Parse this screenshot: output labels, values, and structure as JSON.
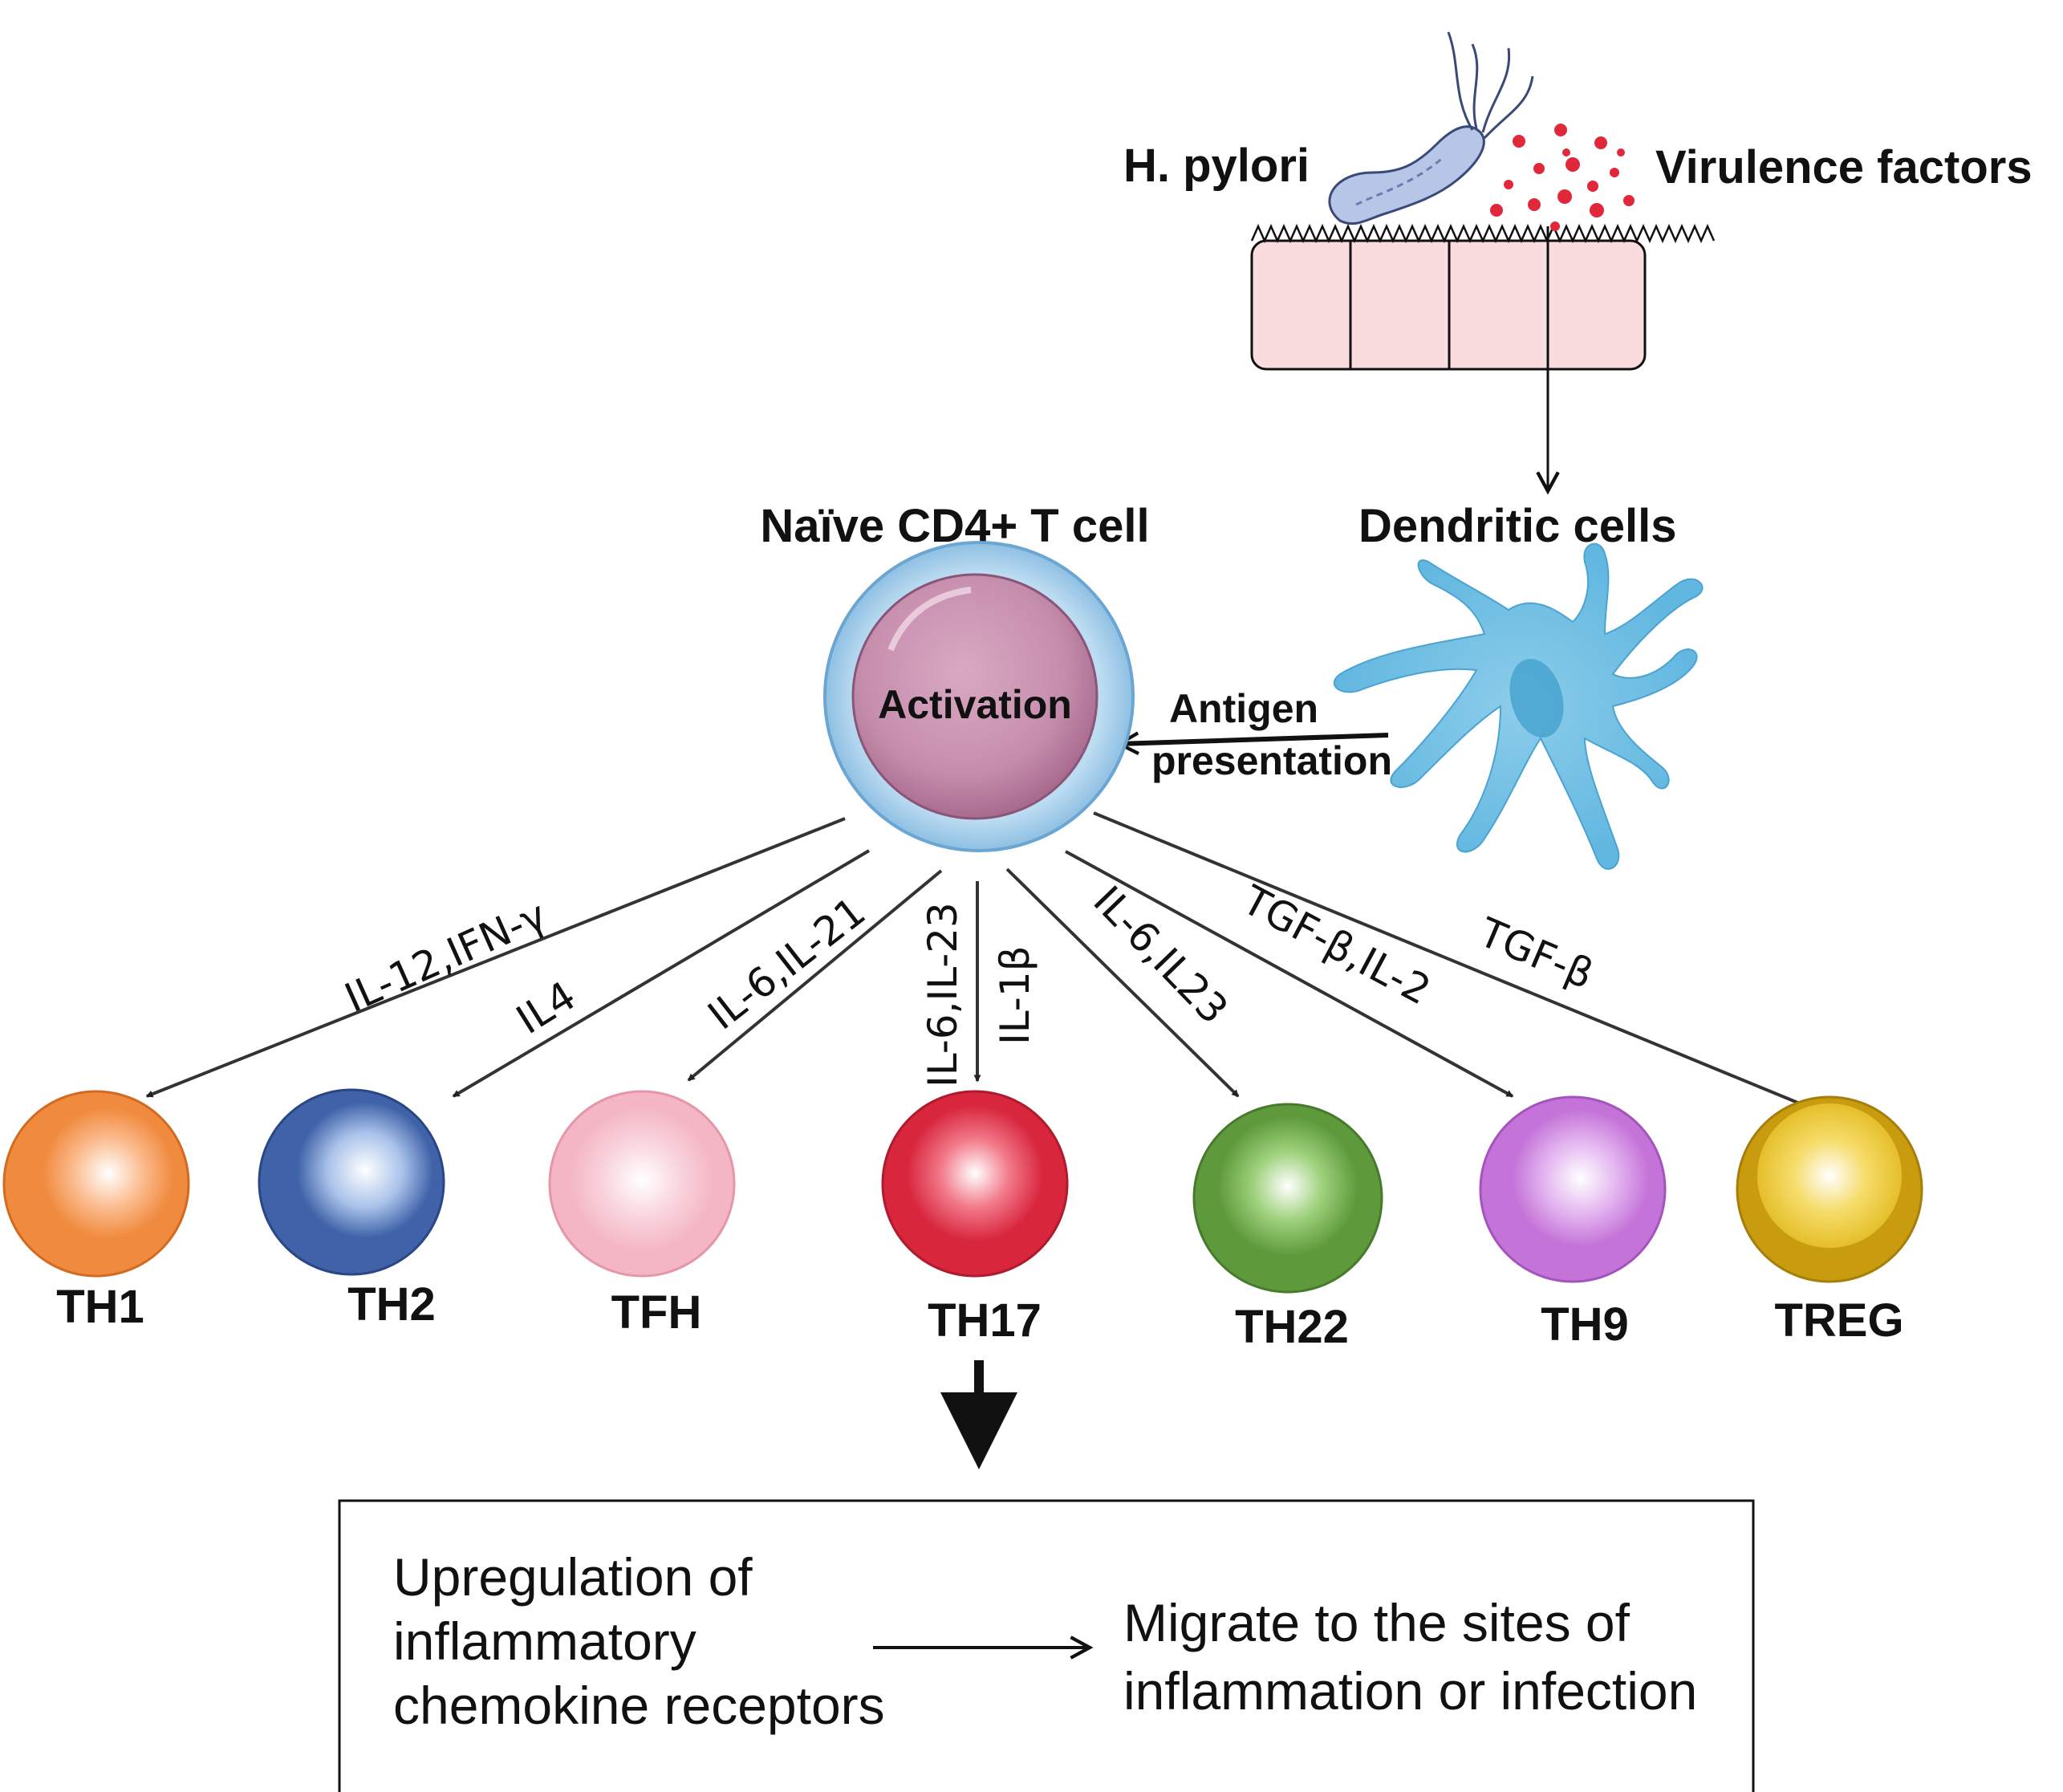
{
  "top": {
    "pathogen_label": "H. pylori",
    "virulence_label": "Virulence factors",
    "dendritic_label": "Dendritic cells"
  },
  "naive": {
    "title": "Naïve CD4+ T cell",
    "inner_label": "Activation"
  },
  "antigen": {
    "line1": "Antigen",
    "line2": "presentation"
  },
  "cytokines": {
    "th1": "IL-12,IFN-γ",
    "th2": "IL4",
    "tfh": "IL-6,IL-21",
    "th17_a": "IL-6,IL-23",
    "th17_b": "IL-1β",
    "th22": "IL-6,IL23",
    "th9": "TGF-β,IL-2",
    "treg": "TGF-β"
  },
  "subsets": [
    "TH1",
    "TH2",
    "TFH",
    "TH17",
    "TH22",
    "TH9",
    "TREG"
  ],
  "subset_colors": {
    "TH1": "#f08a3e",
    "TH2": "#3f62a8",
    "TFH": "#f4b6c4",
    "TH17": "#d8263d",
    "TH22": "#5e9a3c",
    "TH9": "#c474d8",
    "TREG": "#e5bf2a"
  },
  "box": {
    "left_line1": "Upregulation of",
    "left_line2": "inflammatory",
    "left_line3": "chemokine receptors",
    "right_line1": "Migrate to the sites of",
    "right_line2": "inflammation or infection"
  }
}
